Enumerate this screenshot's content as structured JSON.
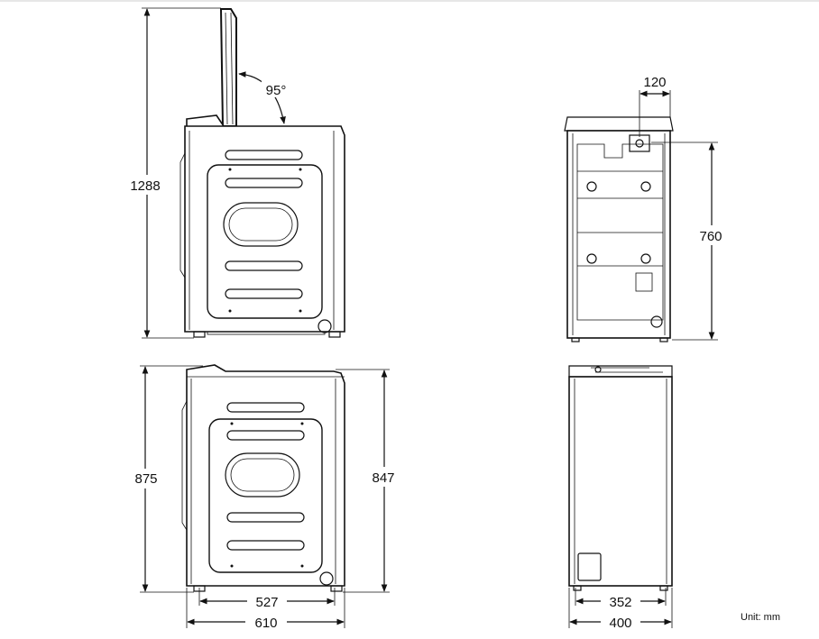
{
  "dimensions": {
    "lid_open_height": "1288",
    "lid_angle": "95°",
    "side_height": "875",
    "body_height": "847",
    "depth_inner": "527",
    "depth_total": "610",
    "back_offset": "120",
    "back_height": "760",
    "width_inner": "352",
    "width_total": "400"
  },
  "unit_label": "Unit: mm"
}
